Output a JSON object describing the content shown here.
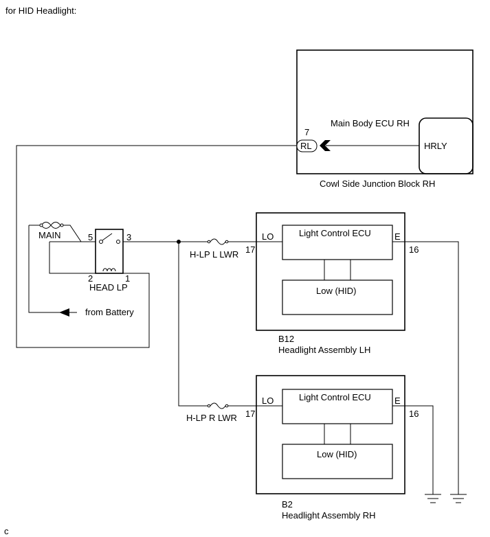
{
  "header": {
    "title": "for HID Headlight:"
  },
  "footer": {
    "code": "c"
  },
  "junction_block": {
    "name": "Cowl Side Junction Block RH",
    "ecu": "Main Body ECU RH",
    "relay_output": "HRLY",
    "connector": "RL",
    "pin": "7"
  },
  "main_fuse": {
    "label": "MAIN"
  },
  "battery": {
    "label": "from Battery"
  },
  "relay": {
    "label": "HEAD LP",
    "pin_5": "5",
    "pin_3": "3",
    "pin_2": "2",
    "pin_1": "1"
  },
  "headlight_lh": {
    "code": "B12",
    "name": "Headlight Assembly LH",
    "fuse": "H-LP L LWR",
    "in_pin": "17",
    "in_terminal": "LO",
    "ecu": "Light Control ECU",
    "ground_terminal": "E",
    "ground_pin": "16",
    "lamp": "Low (HID)"
  },
  "headlight_rh": {
    "code": "B2",
    "name": "Headlight Assembly RH",
    "fuse": "H-LP R LWR",
    "in_pin": "17",
    "in_terminal": "LO",
    "ecu": "Light Control ECU",
    "ground_terminal": "E",
    "ground_pin": "16",
    "lamp": "Low (HID)"
  }
}
